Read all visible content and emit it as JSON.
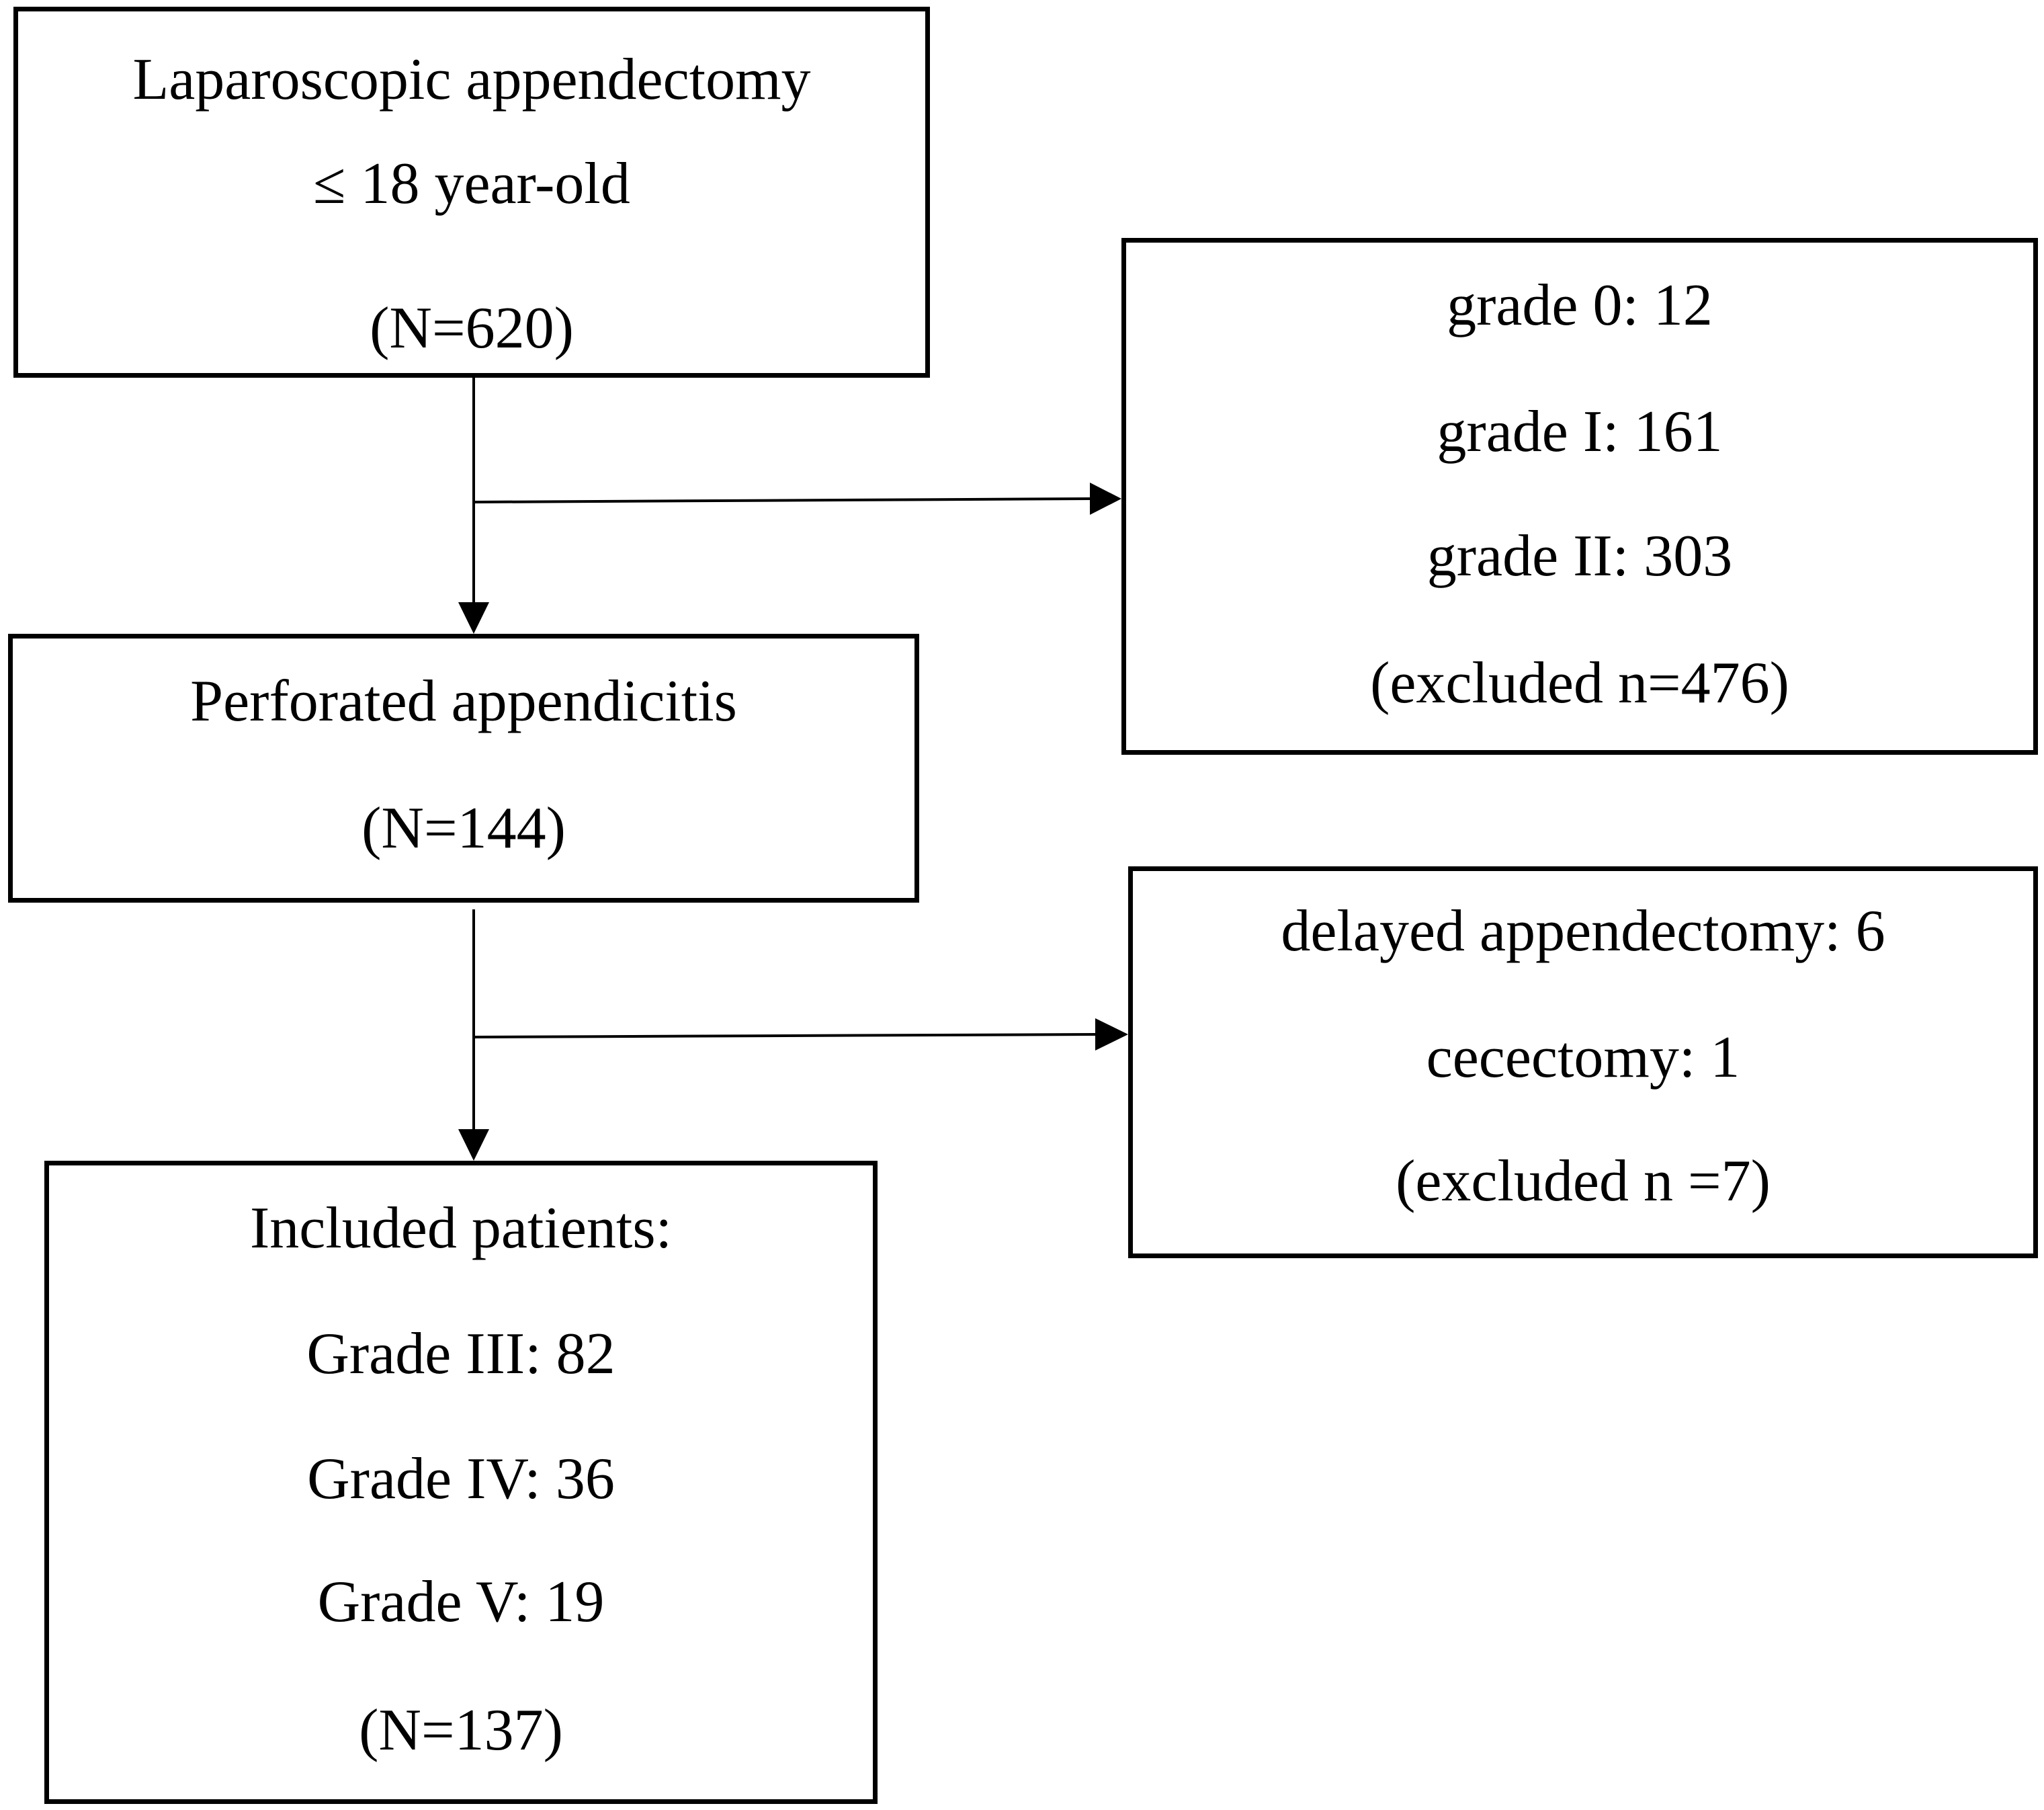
{
  "diagram": {
    "start": {
      "title": "Laparoscopic appendectomy",
      "age": "≤  18 year-old",
      "count": "(N=620)"
    },
    "excluded_grades": {
      "grade0": "grade 0: 12",
      "grade1": "grade I: 161",
      "grade2": "grade II: 303",
      "total": "(excluded n=476)"
    },
    "perforated": {
      "title": "Perforated appendicitis",
      "count": "(N=144)"
    },
    "excluded_procedures": {
      "delayed": "delayed appendectomy: 6",
      "cecectomy": "cecectomy: 1",
      "total": "(excluded n =7)"
    },
    "included": {
      "title": "Included patients:",
      "grade3": "Grade III: 82",
      "grade4": "Grade IV: 36",
      "grade5": "Grade V: 19",
      "count": "(N=137)"
    },
    "colors": {
      "stroke": "#000000",
      "background": "#ffffff"
    }
  }
}
